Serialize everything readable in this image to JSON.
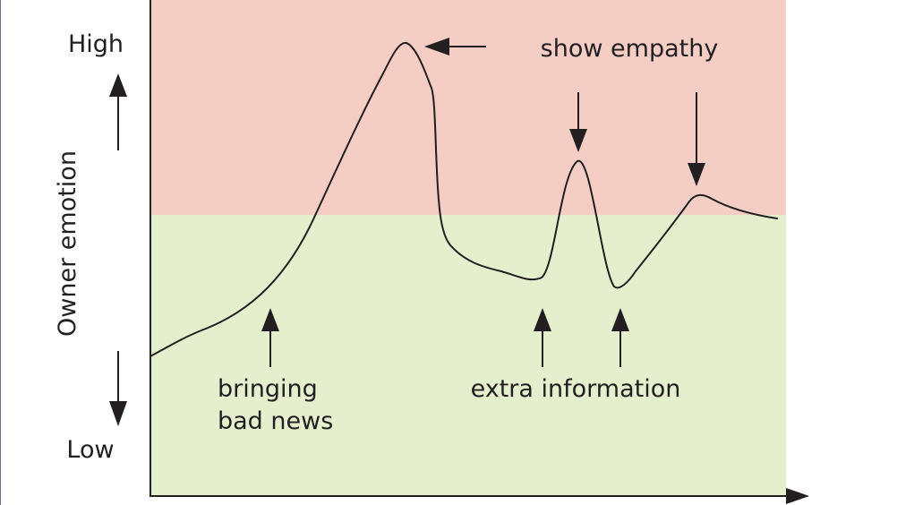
{
  "axis": {
    "y_label": "Owner emotion",
    "y_high": "High",
    "y_low": "Low"
  },
  "zones": {
    "high_color": "#f4cdc4",
    "low_color": "#e6efcd"
  },
  "annotations": {
    "show_empathy": "show empathy",
    "bringing_line1": "bringing",
    "bringing_line2": "bad news",
    "extra_information": "extra information"
  },
  "colors": {
    "ink": "#231f20"
  }
}
